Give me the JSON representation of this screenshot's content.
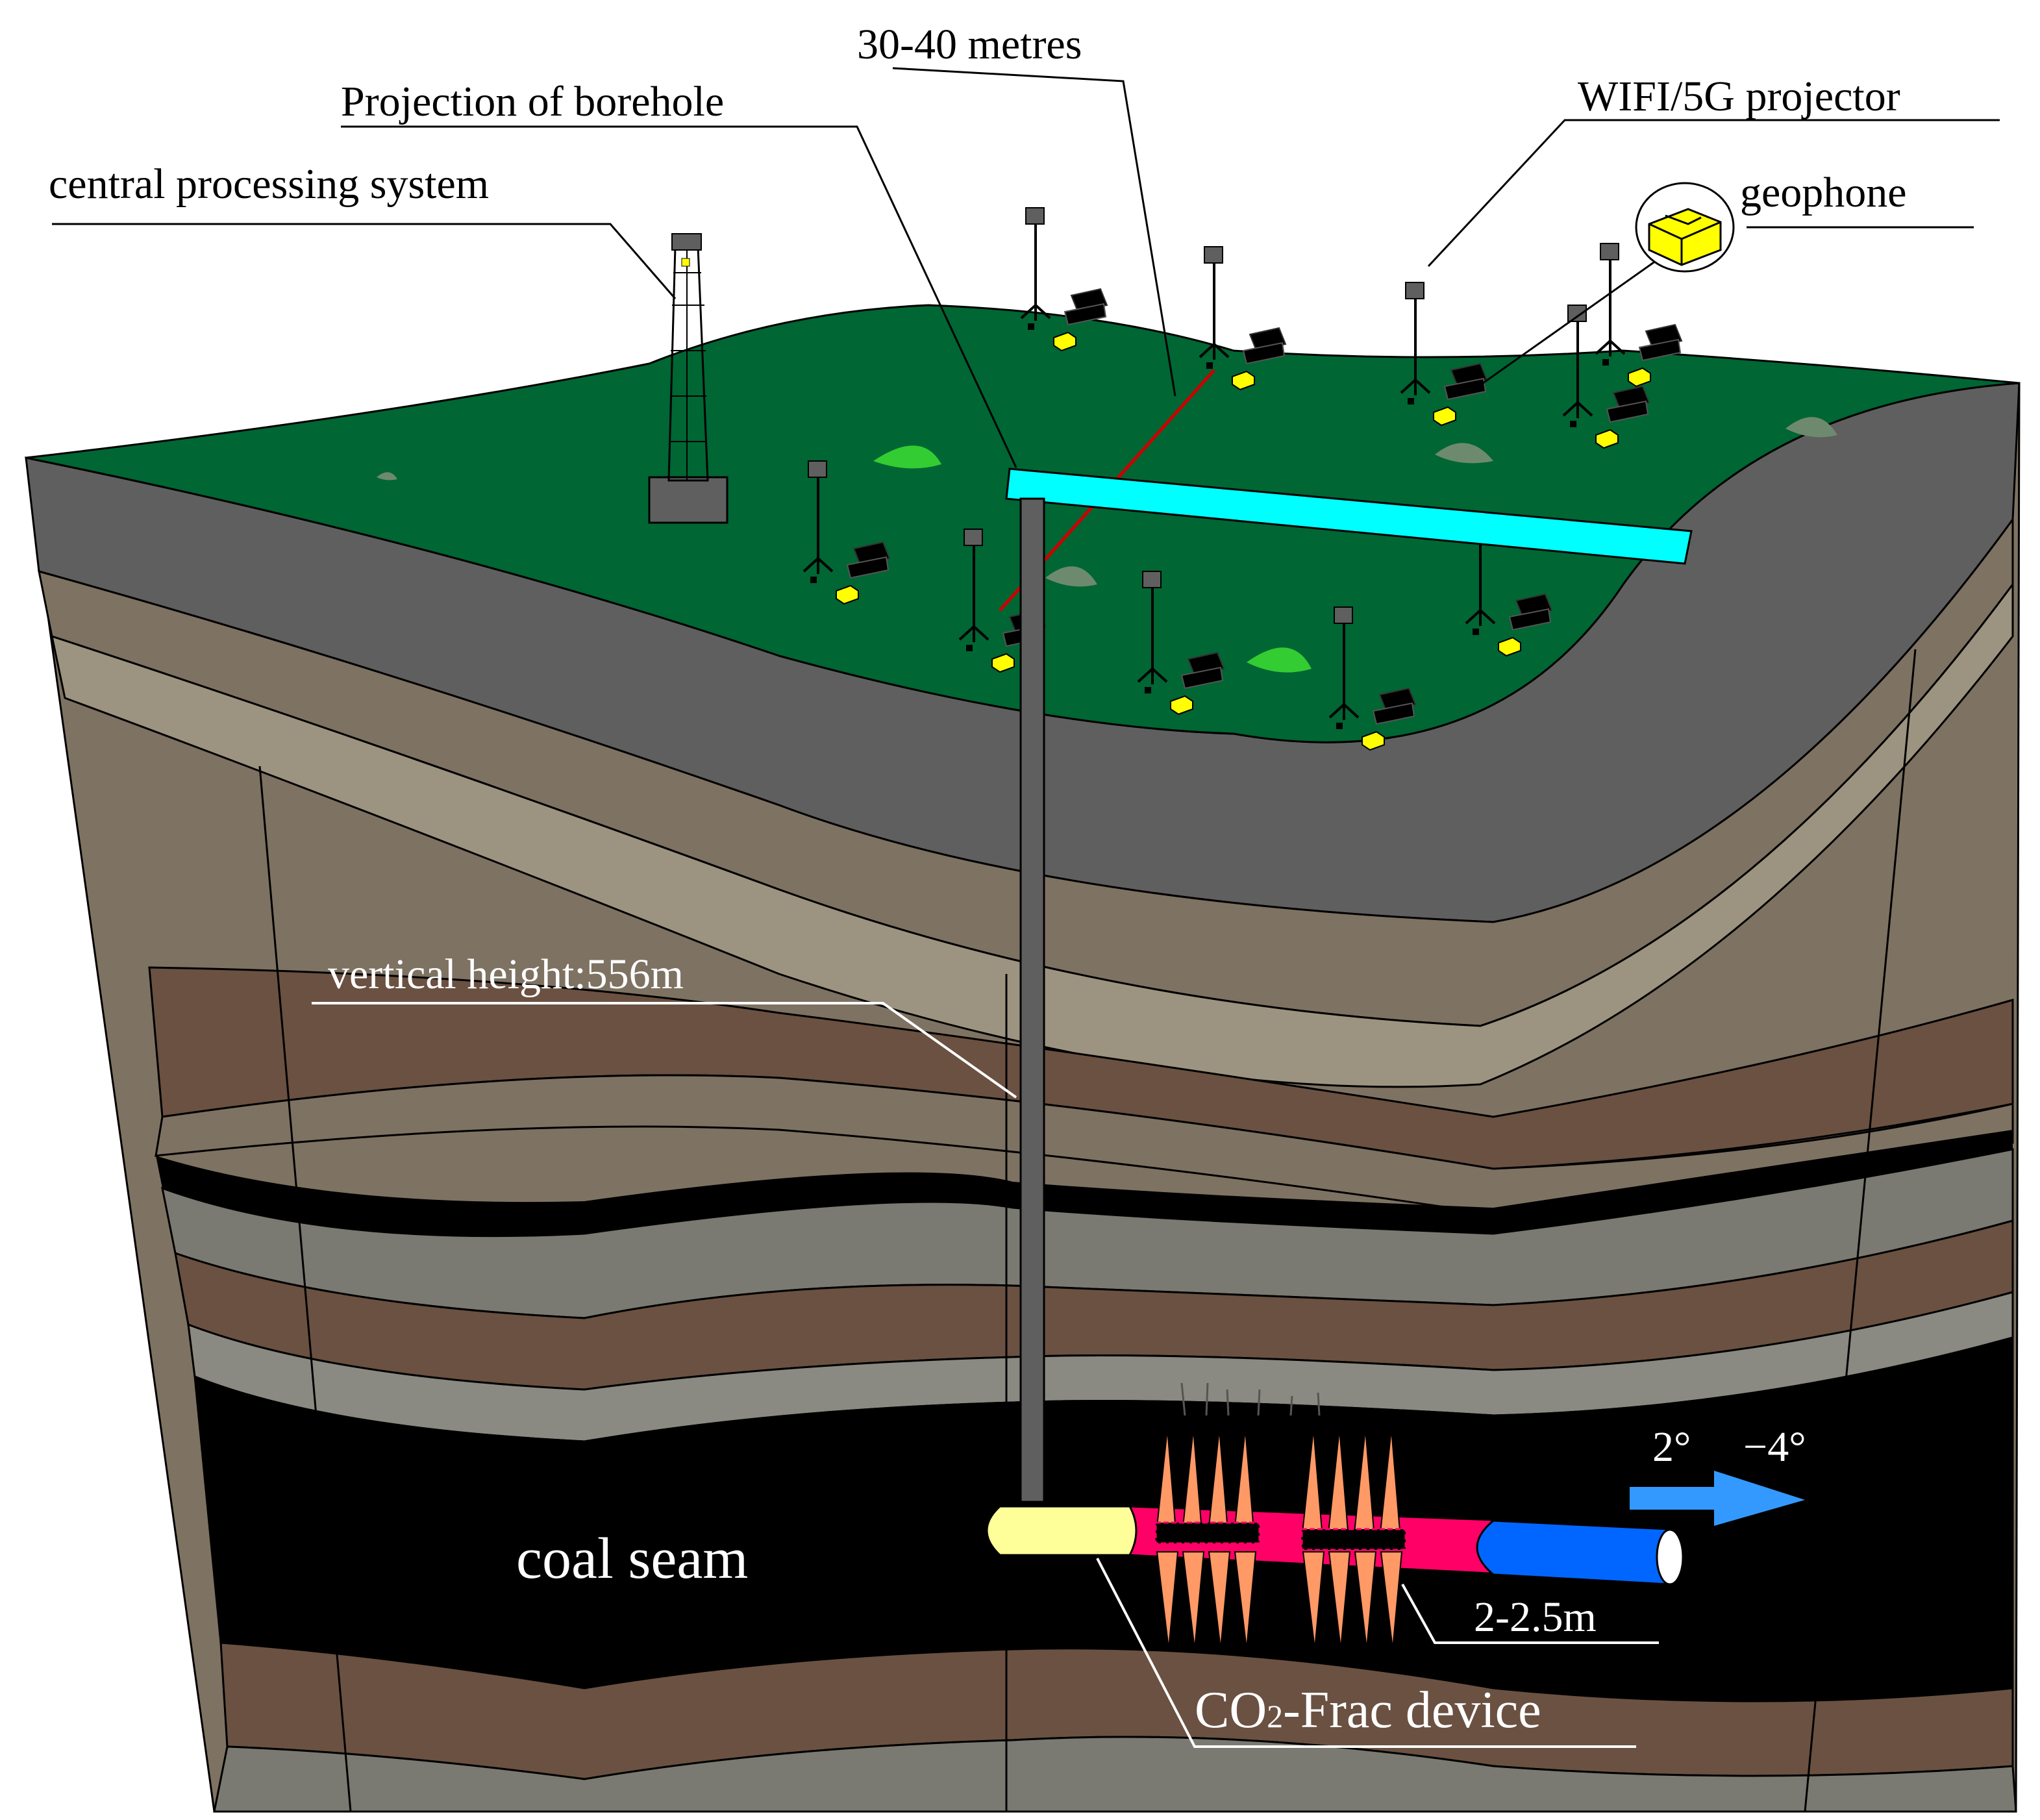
{
  "labels": {
    "distance": "30-40 metres",
    "projection": "Projection of borehole",
    "wifi": "WIFI/5G projector",
    "cps": "central processing system",
    "geophone": "geophone",
    "vertical_height": "vertical height:556m",
    "coal_seam": "coal seam",
    "angle_a": "2°",
    "angle_b": "−4°",
    "section_length": "2-2.5m",
    "device_prefix": "CO",
    "device_sub": "2",
    "device_suffix": "-Frac device"
  },
  "colors": {
    "ground": "#006633",
    "topsoil": "#5f5f5f",
    "strata_brown": "#7e7263",
    "strata_tan": "#9c9480",
    "strata_dark_brown": "#6a5142",
    "strata_gray": "#7a7a72",
    "coal": "#000000",
    "borehole_projection": "#00ffff",
    "borehole": "#5f5f5f",
    "device_head": "#ffff99",
    "device_body": "#ff0066",
    "device_tail": "#0066ff",
    "fracture": "#ff9966",
    "arrow": "#3399ff",
    "geophone": "#ffff00",
    "survey_line": "#cc0000"
  }
}
